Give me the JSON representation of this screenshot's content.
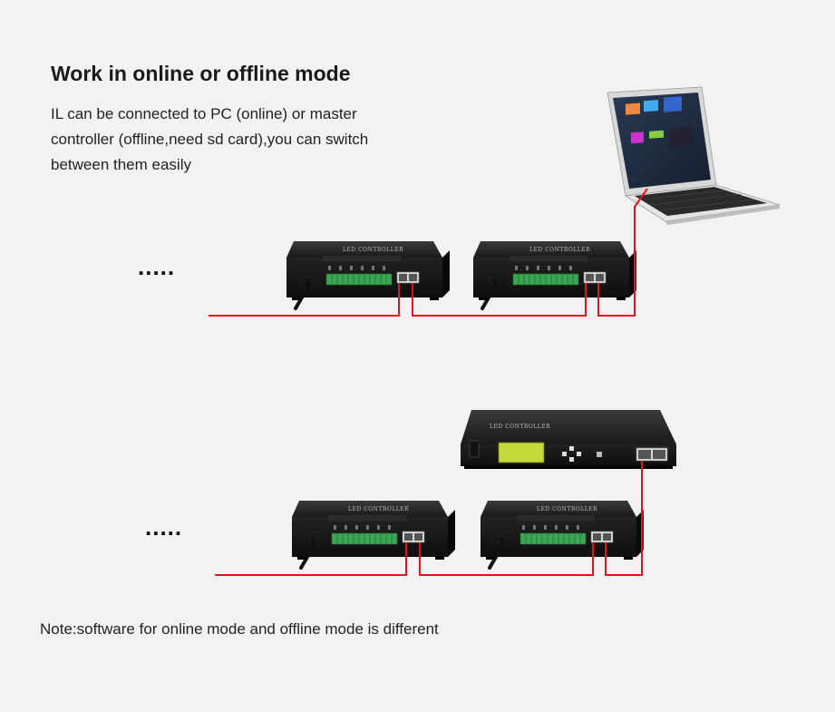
{
  "heading": "Work in online or offline mode",
  "description_lines": [
    "IL can be connected to PC (online) or master",
    "controller (offline,need sd card),you can switch",
    "between them easily"
  ],
  "continuation_marker": ".....",
  "note": "Note:software for online mode and offline mode is different",
  "device_label": "LED CONTROLLER",
  "master_label": "LED CONTROLLER",
  "colors": {
    "cable": "#e0141e",
    "device_body": "#1c1c1c",
    "terminal": "#3aa653",
    "lcd": "#c5d93a",
    "background": "#f2f2f2"
  },
  "icons": [
    "laptop-icon",
    "led-controller-icon",
    "master-controller-icon",
    "power-cable-icon",
    "ethernet-port-icon"
  ]
}
